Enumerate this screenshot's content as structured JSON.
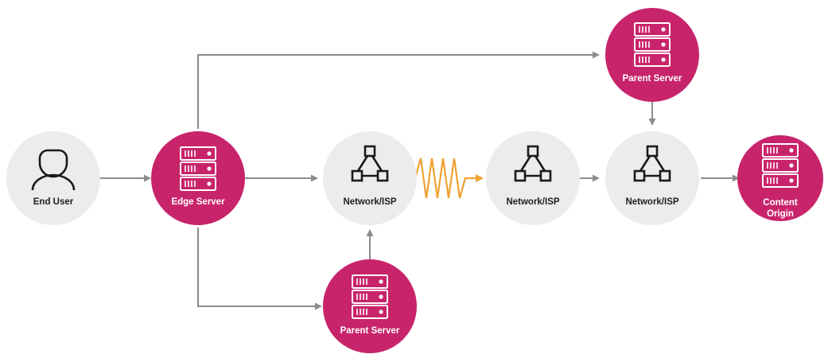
{
  "diagram": {
    "colors": {
      "pink": "#c8246b",
      "grey_node": "#ececec",
      "connector": "#8c8c8c",
      "latency": "#f0a030"
    },
    "nodes": {
      "end_user": {
        "label": "End User",
        "icon": "user-icon"
      },
      "edge_server": {
        "label": "Edge Server",
        "icon": "server-rack-icon"
      },
      "network_isp_1": {
        "label": "Network/ISP",
        "icon": "network-topology-icon"
      },
      "network_isp_2": {
        "label": "Network/ISP",
        "icon": "network-topology-icon"
      },
      "network_isp_3": {
        "label": "Network/ISP",
        "icon": "network-topology-icon"
      },
      "parent_server_top": {
        "label": "Parent Server",
        "icon": "server-rack-icon"
      },
      "parent_server_bottom": {
        "label": "Parent Server",
        "icon": "server-rack-icon"
      },
      "content_origin": {
        "label_line1": "Content",
        "label_line2": "Origin",
        "icon": "server-rack-icon"
      }
    }
  }
}
